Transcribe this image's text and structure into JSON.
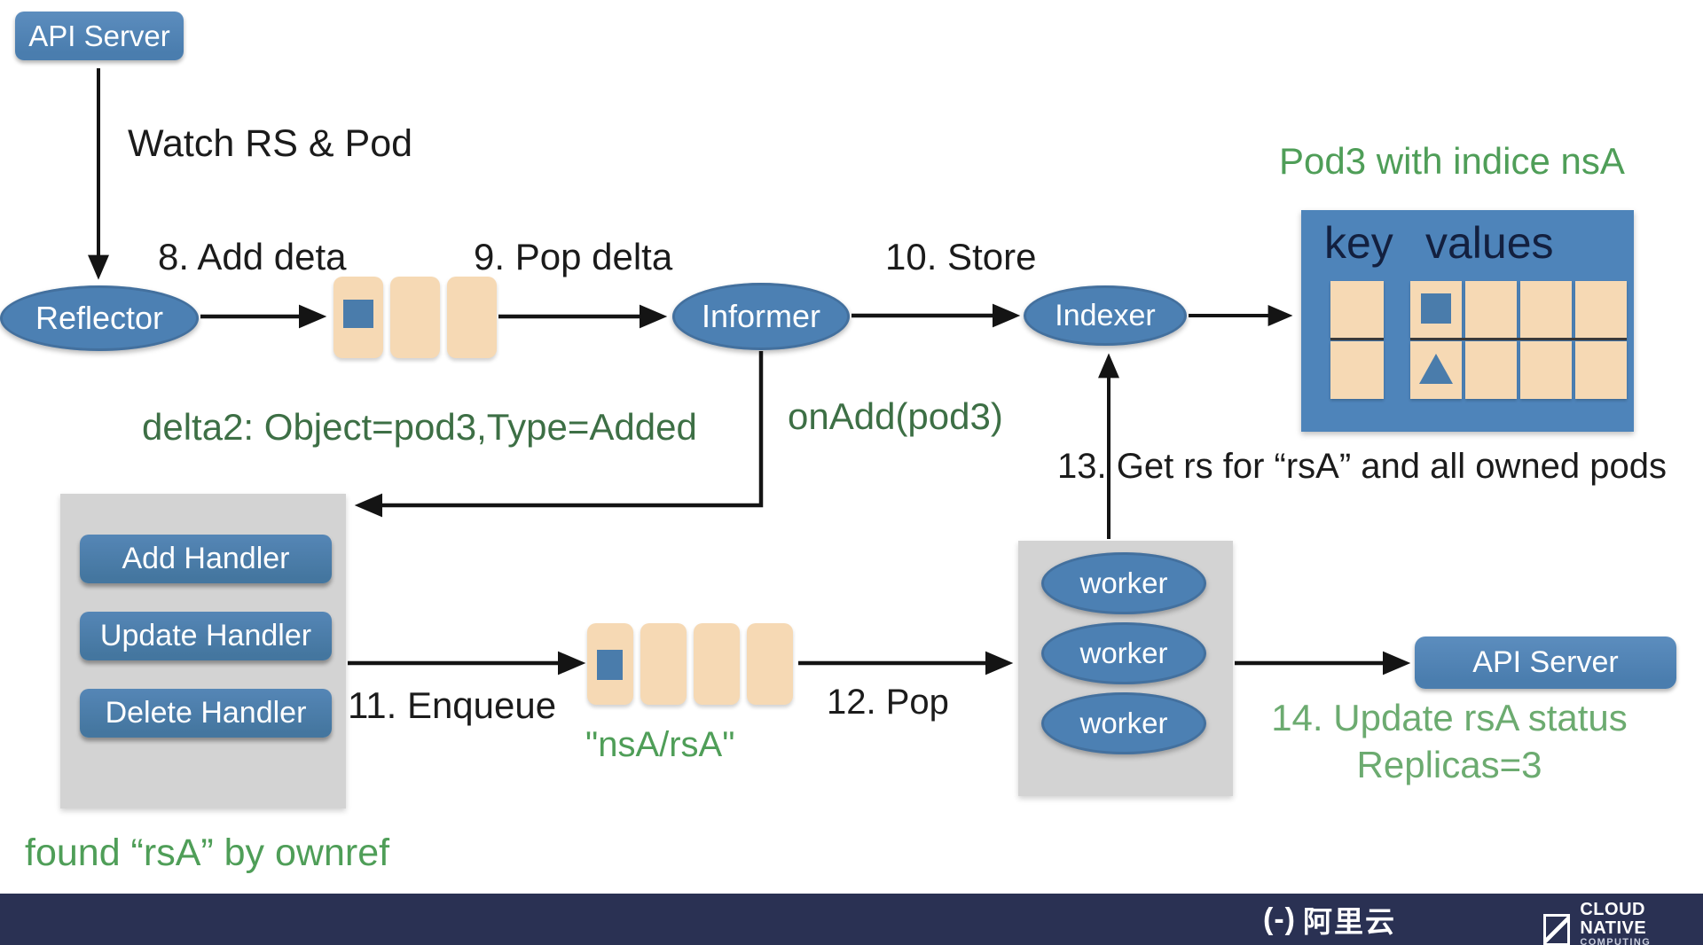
{
  "diagram": {
    "nodes": {
      "api_server_top": "API Server",
      "reflector": "Reflector",
      "informer": "Informer",
      "indexer": "Indexer",
      "api_server_right": "API Server",
      "handlers": [
        "Add Handler",
        "Update Handler",
        "Delete Handler"
      ],
      "workers": [
        "worker",
        "worker",
        "worker"
      ]
    },
    "labels": {
      "watch": "Watch RS & Pod",
      "step8": "8. Add deta",
      "step9": "9. Pop delta",
      "step10": "10. Store",
      "step11": "11. Enqueue",
      "step12": "12. Pop",
      "step13": "13. Get rs for “rsA” and all owned pods",
      "step14_line1": "14. Update rsA status",
      "step14_line2": "Replicas=3",
      "delta2": "delta2: Object=pod3,Type=Added",
      "onadd": "onAdd(pod3)",
      "pod3_indice": "Pod3 with indice nsA",
      "ns_rs_key": "\"nsA/rsA\"",
      "found_ownref": "found “rsA” by ownref"
    },
    "store_table": {
      "key_header": "key",
      "values_header": "values",
      "rows": 2,
      "value_cols": 4,
      "markers": [
        {
          "row": 1,
          "col": 1,
          "shape": "square"
        },
        {
          "row": 2,
          "col": 1,
          "shape": "triangle"
        }
      ]
    },
    "queues": {
      "delta_queue_cells": 3,
      "work_queue_cells": 4
    }
  },
  "footer": {
    "alibaba_bracket": "(-)",
    "alibaba_name": "阿里云",
    "cncf_line1": "CLOUD NATIVE",
    "cncf_line2": "COMPUTING FOUNDATION"
  },
  "colors": {
    "node_blue": "#4c80b3",
    "queue_tan": "#f6d9b4",
    "marker_blue": "#4a7cab",
    "panel_gray": "#d3d3d3",
    "footer_navy": "#2a3153",
    "text_black": "#1b1b1b",
    "green_dark": "#3d6f45",
    "green_mid": "#4f9e58",
    "green_light": "#6cab70"
  }
}
